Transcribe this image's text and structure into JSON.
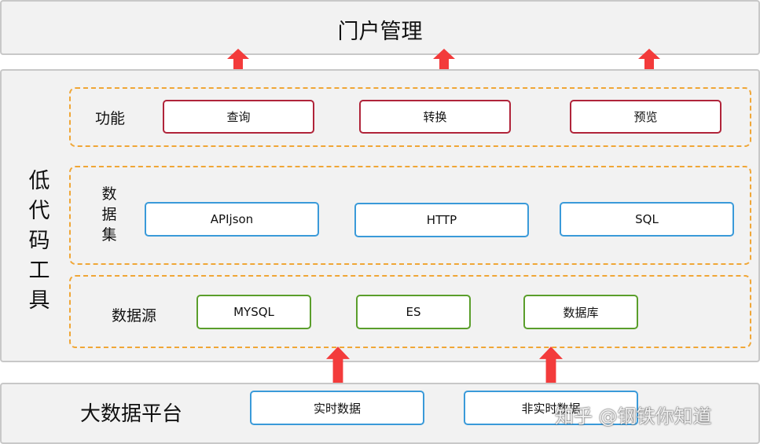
{
  "portal": {
    "title": "门户管理"
  },
  "lowcode": {
    "title_chars": [
      "低",
      "代",
      "码",
      "工",
      "具"
    ],
    "function_row": {
      "label": "功能",
      "items": [
        "查询",
        "转换",
        "预览"
      ]
    },
    "dataset_row": {
      "label_chars": [
        "数",
        "据",
        "集"
      ],
      "items": [
        "APIjson",
        "HTTP",
        "SQL"
      ]
    },
    "datasource_row": {
      "label": "数据源",
      "items": [
        "MYSQL",
        "ES",
        "数据库"
      ]
    }
  },
  "bigdata": {
    "title": "大数据平台",
    "items": [
      "实时数据",
      "非实时数据"
    ]
  },
  "watermark": {
    "text": "知乎 @钢铁你知道"
  },
  "colors": {
    "arrow": "#f33b3b",
    "function_border": "#b0243a",
    "dataset_border": "#3a9ad9",
    "datasource_border": "#5a9e2b",
    "dashed_border": "#f0a636",
    "panel_bg": "#f2f2f2"
  }
}
